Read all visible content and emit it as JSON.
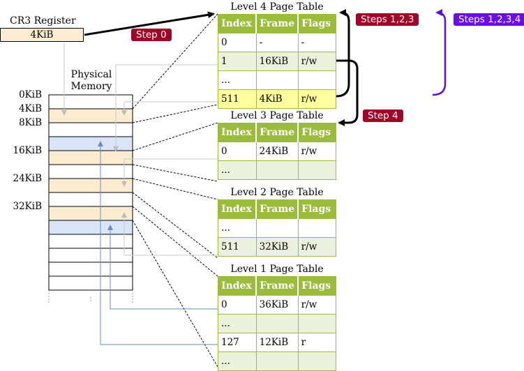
{
  "cr3": {
    "title": "CR3 Register",
    "value": "4KiB"
  },
  "memory": {
    "title": "Physical Memory",
    "addresses": [
      "0KiB",
      "4KiB",
      "8KiB",
      "16KiB",
      "24KiB",
      "32KiB"
    ]
  },
  "tables": {
    "columns": [
      "Index",
      "Frame",
      "Flags"
    ],
    "level4": {
      "title": "Level 4 Page Table",
      "rows": [
        [
          "0",
          "-",
          "-"
        ],
        [
          "1",
          "16KiB",
          "r/w"
        ],
        [
          "...",
          "",
          ""
        ],
        [
          "511",
          "4KiB",
          "r/w"
        ]
      ]
    },
    "level3": {
      "title": "Level 3 Page Table",
      "rows": [
        [
          "0",
          "24KiB",
          "r/w"
        ],
        [
          "...",
          "",
          ""
        ]
      ]
    },
    "level2": {
      "title": "Level 2 Page Table",
      "rows": [
        [
          "...",
          "",
          ""
        ],
        [
          "511",
          "32KiB",
          "r/w"
        ]
      ]
    },
    "level1": {
      "title": "Level 1 Page Table",
      "rows": [
        [
          "0",
          "36KiB",
          "r/w"
        ],
        [
          "...",
          "",
          ""
        ],
        [
          "127",
          "12KiB",
          "r"
        ],
        [
          "...",
          "",
          ""
        ]
      ]
    }
  },
  "steps": {
    "step0": "Step 0",
    "steps123": "Steps 1,2,3",
    "step4": "Step 4",
    "steps1234": "Steps 1,2,3,4"
  },
  "colors": {
    "header_green": "#9bbb3a",
    "row_alt": "#ebf1dd",
    "frame_orange": "#fdeccf",
    "frame_blue": "#d9e5f6",
    "badge_red": "#a00325",
    "badge_purple": "#6a0fe0",
    "arrow_black": "#000000",
    "arrow_purple": "#5a10d8",
    "line_gray": "#c8c8c8",
    "line_blue": "#6a8cb8"
  }
}
